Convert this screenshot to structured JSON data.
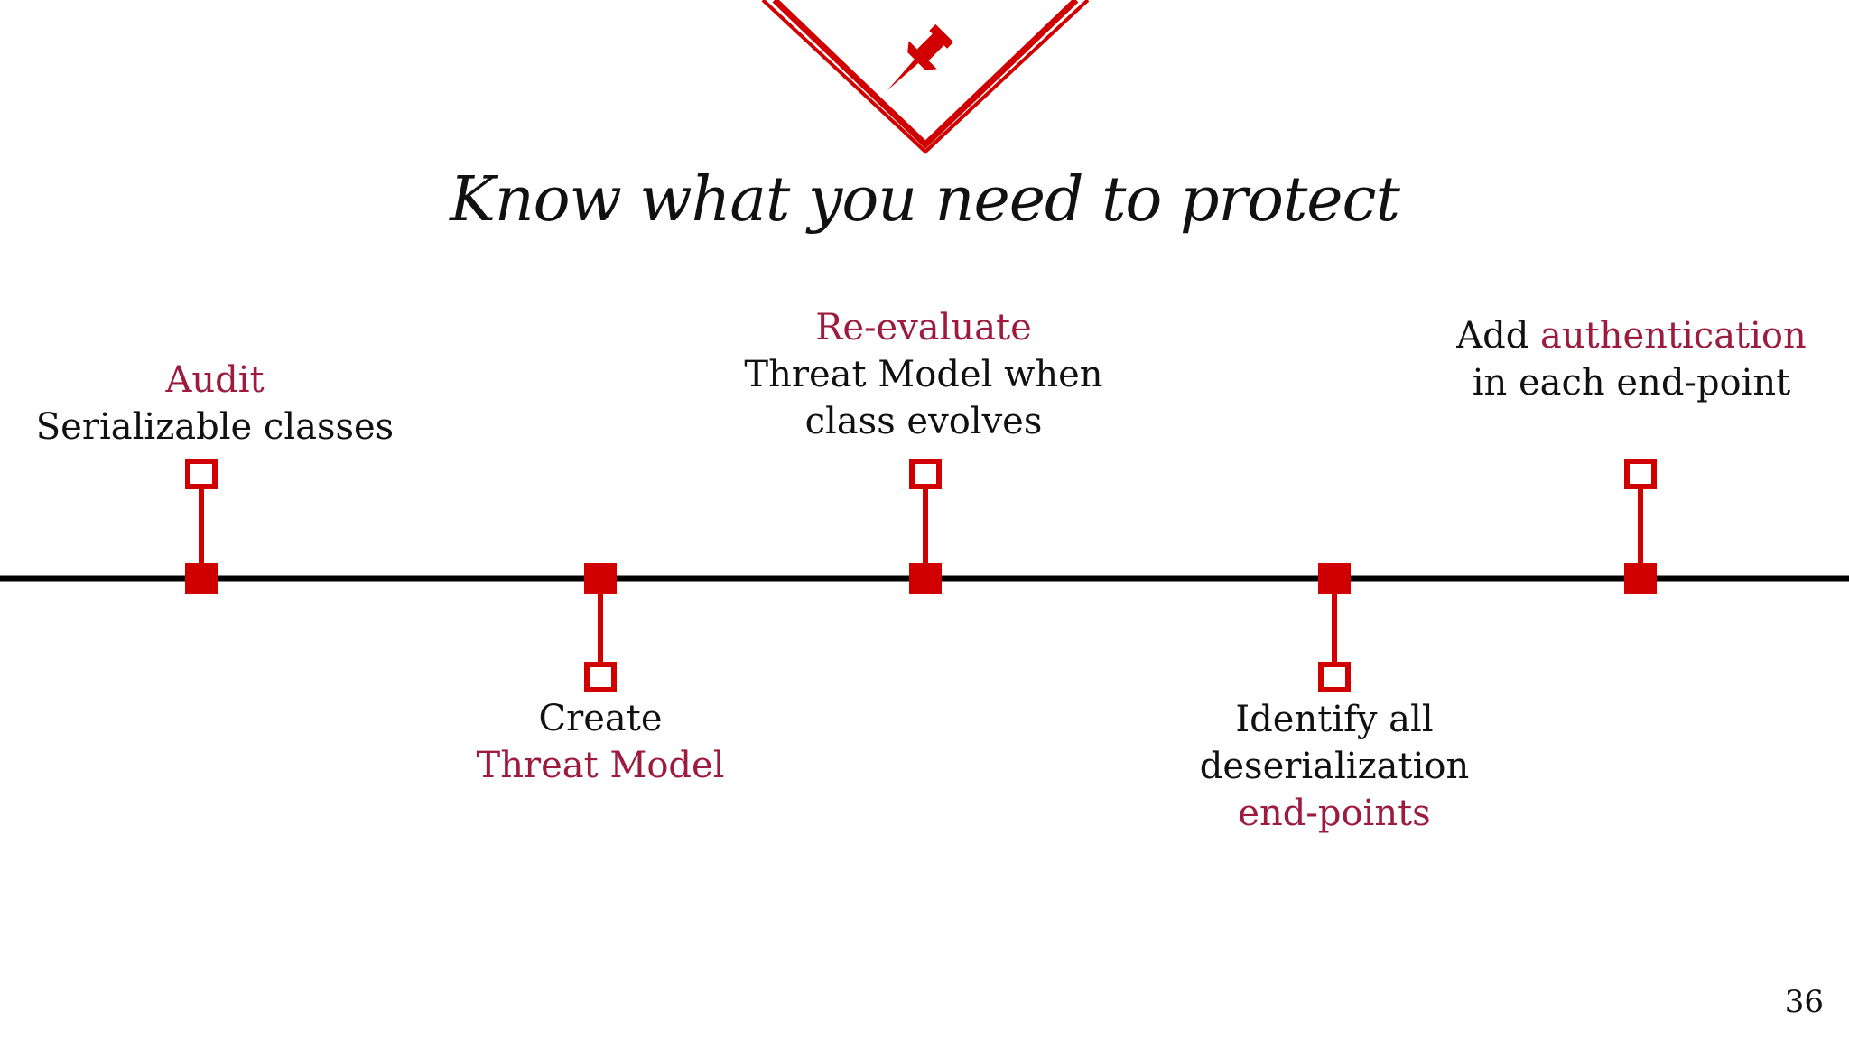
{
  "title": "Know what you need to protect",
  "colors": {
    "accent_text": "#9c1b3e",
    "marker": "#d00000",
    "axis": "#000000"
  },
  "header_icon": "pushpin-icon",
  "milestones": [
    {
      "lines": [
        {
          "text": "Audit",
          "accent": true
        },
        {
          "text": "Serializable classes",
          "accent": false
        }
      ]
    },
    {
      "lines": [
        {
          "text": "Create",
          "accent": false
        },
        {
          "text": "Threat Model",
          "accent": true
        }
      ]
    },
    {
      "lines": [
        {
          "text": "Re-evaluate",
          "accent": true
        },
        {
          "text": "Threat Model when",
          "accent": false
        },
        {
          "text": "class evolves",
          "accent": false
        }
      ]
    },
    {
      "lines": [
        {
          "text": "Identify all",
          "accent": false
        },
        {
          "text": "deserialization",
          "accent": false
        },
        {
          "text": "end-points",
          "accent": true
        }
      ]
    },
    {
      "prefix": "Add ",
      "accent_word": "authentication",
      "line2": "in each end-point"
    }
  ],
  "page_number": "36"
}
